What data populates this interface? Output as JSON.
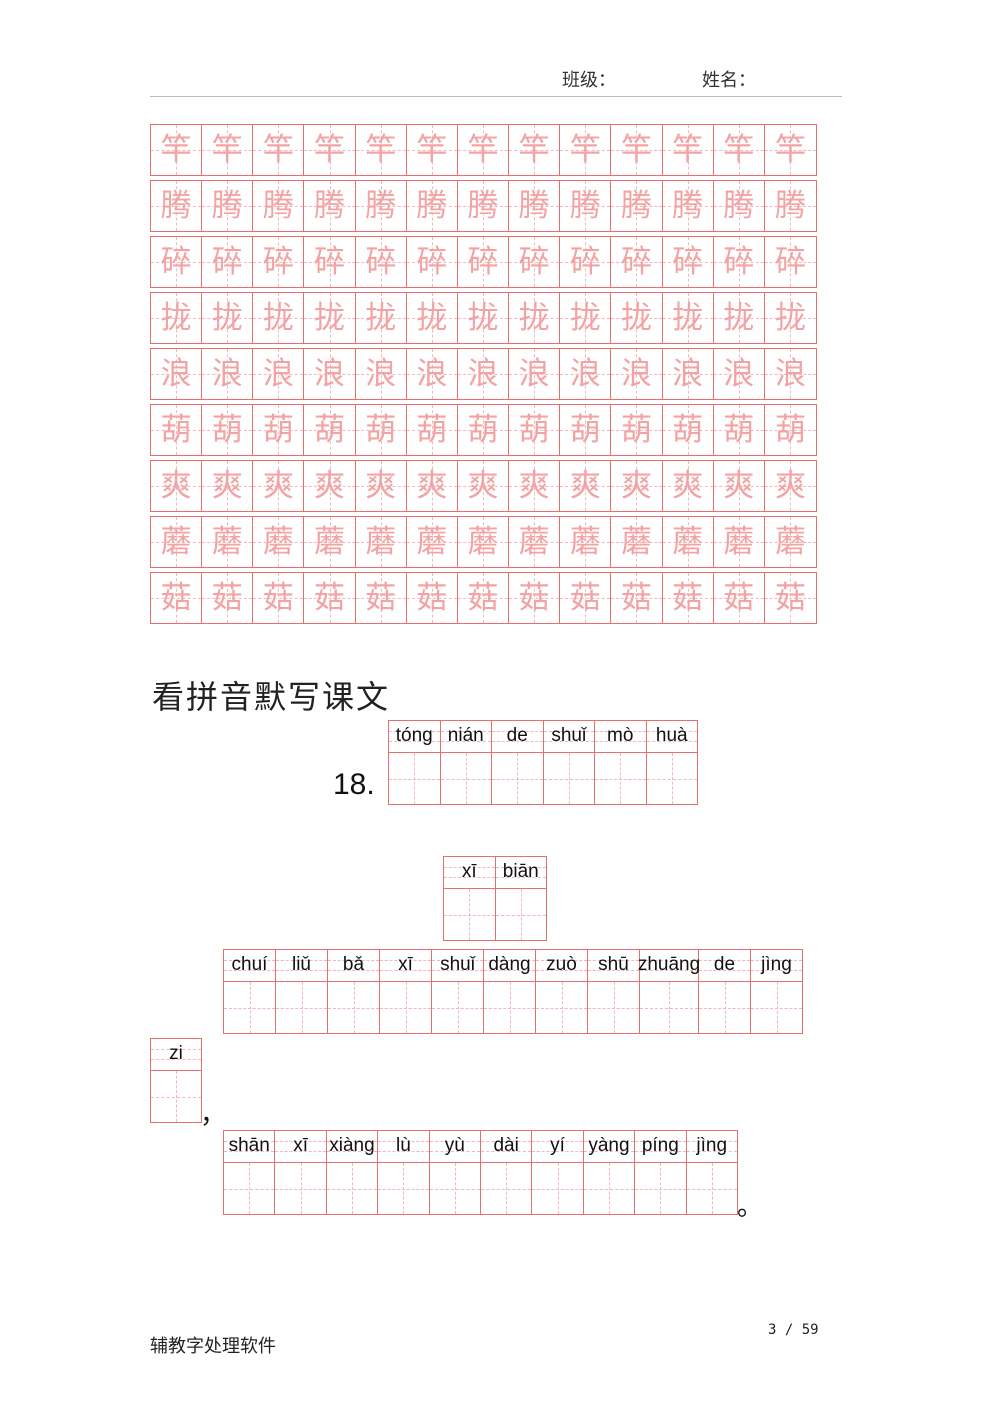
{
  "header": {
    "class_label": "班级：",
    "name_label": "姓名："
  },
  "practice_chars": [
    "竿",
    "腾",
    "碎",
    "拢",
    "浪",
    "葫",
    "爽",
    "蘑",
    "菇"
  ],
  "section_title": "看拼音默写课文",
  "lesson_number": "18.",
  "grids": {
    "title": [
      "tóng",
      "nián",
      "de",
      "shuǐ",
      "mò",
      "huà"
    ],
    "author": [
      "xī",
      "biān"
    ],
    "line1": [
      "chuí",
      "liǔ",
      "bǎ",
      "xī",
      "shuǐ",
      "dàng",
      "zuò",
      "shū",
      "zhuāng",
      "de",
      "jìng"
    ],
    "line1_end": [
      "zi"
    ],
    "line2": [
      "shān",
      "xī",
      "xiàng",
      "lù",
      "yù",
      "dài",
      "yí",
      "yàng",
      "píng",
      "jìng"
    ]
  },
  "punctuation": {
    "comma": "，",
    "period": "。"
  },
  "footer": {
    "left": "辅教字处理软件",
    "page": "3 / 59"
  }
}
